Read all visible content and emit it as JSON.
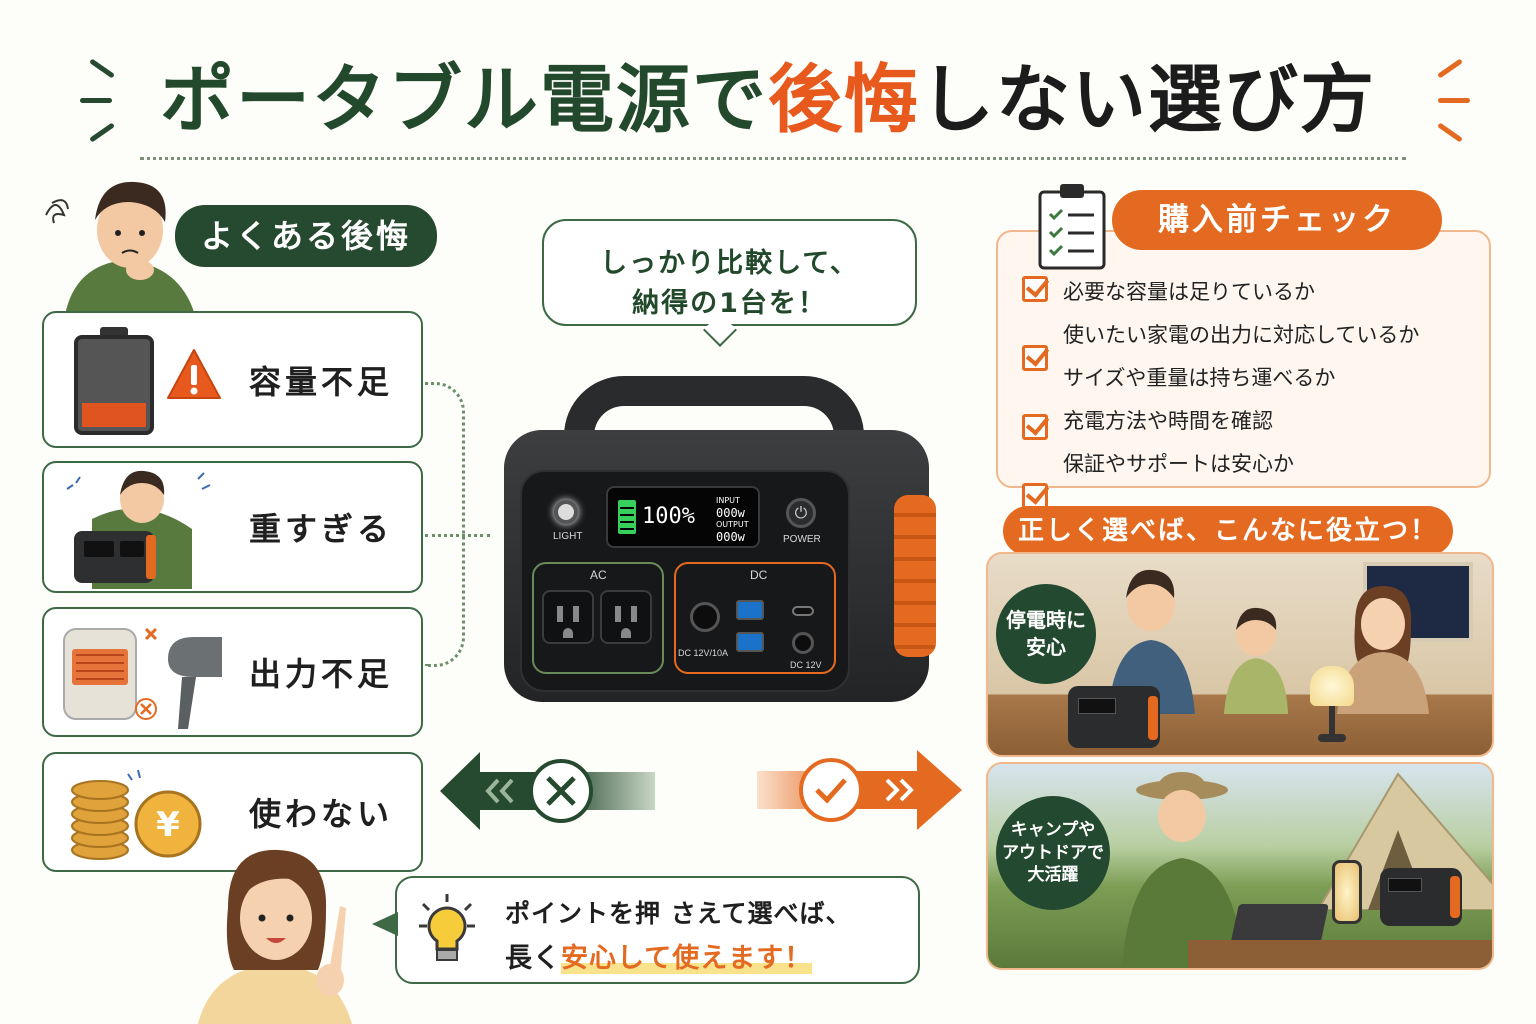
{
  "title": {
    "part1": "ポータブル電源で",
    "part2": "後悔",
    "part3": "しない選び方"
  },
  "regrets": {
    "heading": "よくある後悔",
    "items": [
      {
        "label": "容量不足",
        "icon": "low-battery-icon"
      },
      {
        "label": "重すぎる",
        "icon": "heavy-lifting-icon"
      },
      {
        "label": "出力不足",
        "icon": "heater-dryer-icon"
      },
      {
        "label": "使わない",
        "icon": "coins-yen-icon"
      }
    ]
  },
  "bubble_top": {
    "line1": "しっかり比較して、",
    "line2": "納得の1台を！"
  },
  "device": {
    "display_percent": "100%",
    "input_label": "INPUT",
    "input_value": "000w",
    "output_label": "OUTPUT",
    "output_value": "000w",
    "light_label": "LIGHT",
    "power_label": "POWER",
    "ac_label": "AC",
    "dc_label": "DC",
    "dc_port1_label": "DC 12V/10A",
    "dc_port2_label": "DC 12V"
  },
  "precheck": {
    "heading": "購入前チェック",
    "items": [
      "必要な容量は足りているか",
      "使いたい家電の出力に対応しているか",
      "サイズや重量は持ち運べるか",
      "充電方法や時間を確認",
      "保証やサポートは安心か"
    ]
  },
  "benefits": {
    "heading": "正しく選べば、こんなに役立つ！",
    "scene1_badge": "停電時に\n安心",
    "scene2_badge": "キャンプや\nアウトドアで\n大活躍"
  },
  "bottom_bubble": {
    "line1": "ポイントを押 さえて選べば、",
    "line2a": "長く",
    "line2b": "安心して使えます！"
  },
  "colors": {
    "green": "#264a30",
    "orange": "#e36a20",
    "title_orange": "#e8591d"
  }
}
